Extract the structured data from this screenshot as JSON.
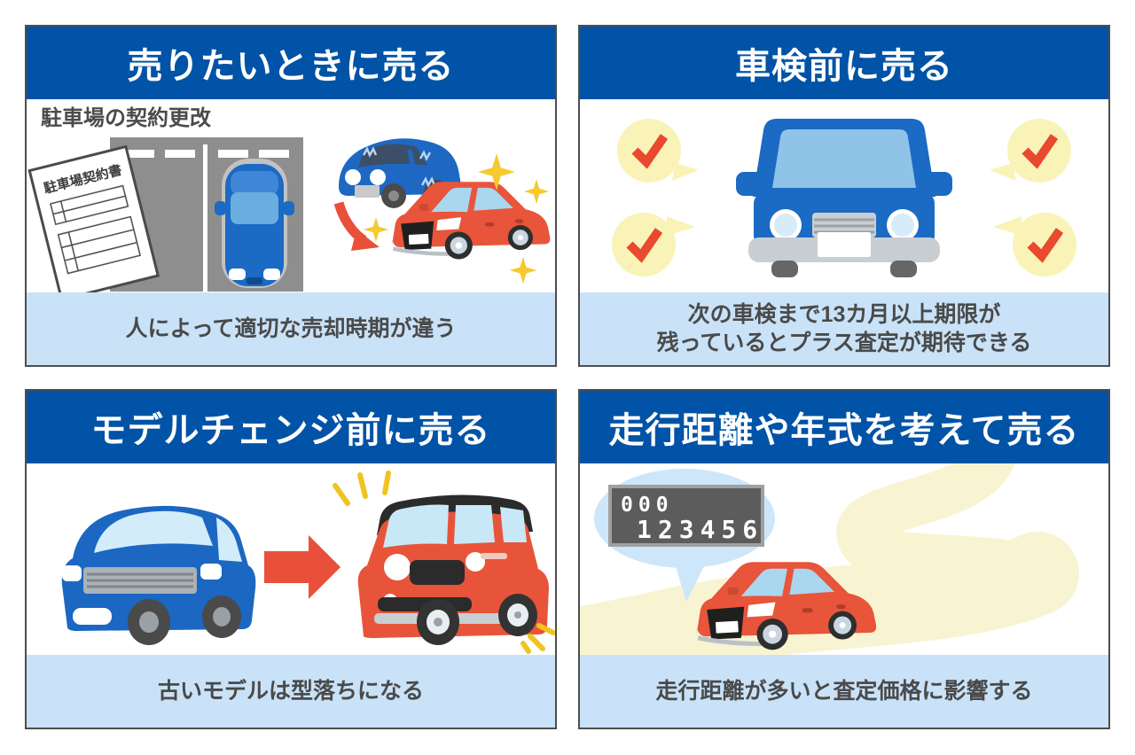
{
  "colors": {
    "header_bg": "#0053a6",
    "header_text": "#ffffff",
    "caption_bg": "#c9e2f8",
    "caption_text": "#4a4a4a",
    "panel_border": "#4d4d4d",
    "blue_car": "#1b6ac4",
    "red_car": "#e8553a",
    "check_red": "#e8492f",
    "check_bubble_yellow": "#faf3b8",
    "sparkle_yellow": "#f6c92e",
    "road_yellow": "#f8f4d2",
    "speech_bubble_blue": "#cde6fa",
    "parking_lot_gray": "#8e8e8e",
    "odometer_gray": "#5c5c5c"
  },
  "panels": [
    {
      "id": "sell-when-you-want-to-sell",
      "title": "売りたいときに売る",
      "caption_lines": {
        "0": "人によって適切な売却時期が違う"
      },
      "illustration": {
        "scene_label": "駐車場の契約更改",
        "document_title": "駐車場契約書",
        "icons": [
          "contract-document-icon",
          "parking-lot-icon",
          "parked-car-top-icon",
          "old-blue-car-icon",
          "curved-arrow-icon",
          "shiny-red-car-icon",
          "sparkle-icon"
        ]
      }
    },
    {
      "id": "sell-before-inspection",
      "title": "車検前に売る",
      "caption_lines": {
        "0": "次の車検まで13カ月以上期限が",
        "1": "残っているとプラス査定が期待できる"
      },
      "illustration": {
        "icons": [
          "car-front-icon",
          "check-bubble-icon"
        ],
        "check_count": 4
      }
    },
    {
      "id": "sell-before-model-change",
      "title": "モデルチェンジ前に売る",
      "caption_lines": {
        "0": "古いモデルは型落ちになる"
      },
      "illustration": {
        "icons": [
          "old-model-car-icon",
          "right-arrow-icon",
          "new-model-car-icon",
          "shine-lines-icon"
        ]
      }
    },
    {
      "id": "sell-considering-mileage-and-year",
      "title": "走行距離や年式を考えて売る",
      "caption_lines": {
        "0": "走行距離が多いと査定価格に影響する"
      },
      "illustration": {
        "icons": [
          "speech-bubble-icon",
          "odometer-icon",
          "red-car-icon",
          "winding-road-icon"
        ],
        "odometer": {
          "line1": "000",
          "line2": "123456"
        }
      }
    }
  ]
}
